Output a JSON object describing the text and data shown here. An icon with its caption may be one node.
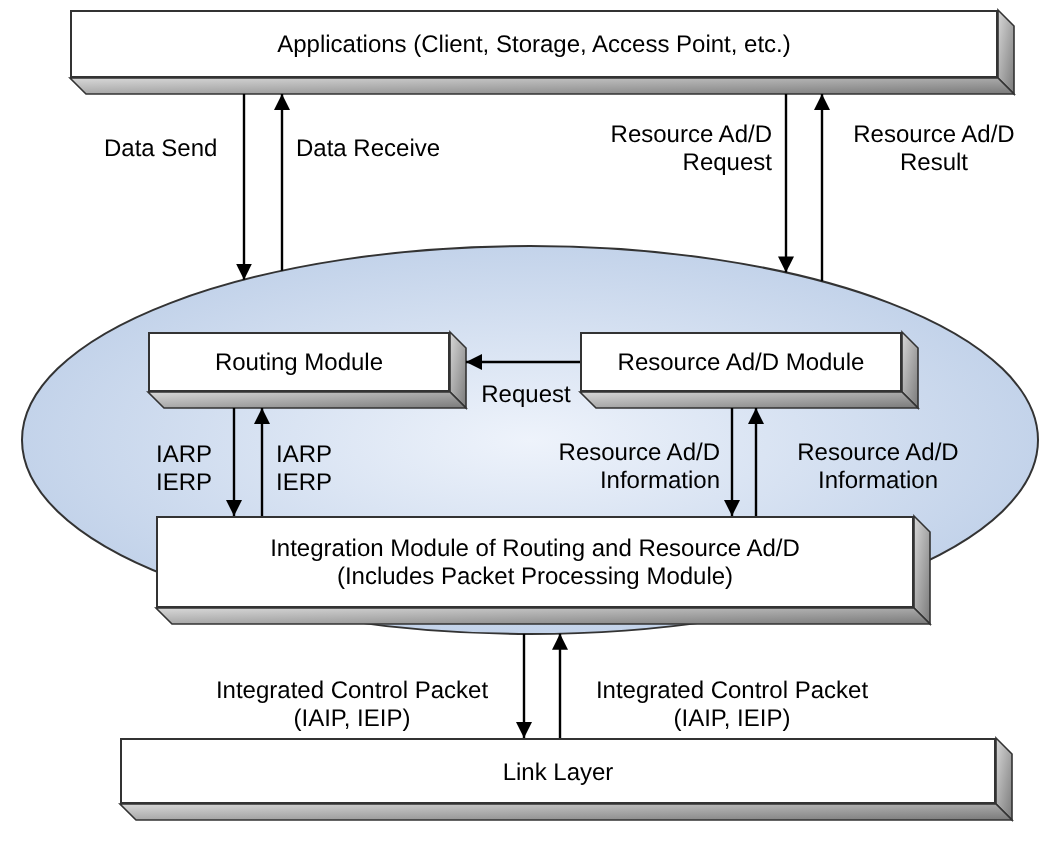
{
  "diagram": {
    "nodes": [
      {
        "text": [
          "Applications (Client, Storage, Access Point, etc.)"
        ]
      },
      {
        "text": [],
        "shape": "ellipse"
      },
      {
        "text": [
          "Routing Module"
        ],
        "in": 1
      },
      {
        "text": [
          "Resource Ad/D Module"
        ],
        "in": 1
      },
      {
        "text": [
          "Integration Module of Routing and Resource Ad/D (Includes Packet Processing Module)"
        ],
        "in": 1
      },
      {
        "text": [
          "Link Layer"
        ]
      }
    ],
    "edges": [
      {
        "from": 0,
        "to": 1,
        "arrow": "to",
        "label": "Data Send"
      },
      {
        "from": 1,
        "to": 0,
        "arrow": "to",
        "label": "Data Receive"
      },
      {
        "from": 0,
        "to": 1,
        "arrow": "to",
        "label": "Resource Ad/D Request"
      },
      {
        "from": 1,
        "to": 0,
        "arrow": "to",
        "label": "Resource Ad/D Result"
      },
      {
        "from": 3,
        "to": 2,
        "arrow": "to",
        "label": "Request"
      },
      {
        "from": 2,
        "to": 4,
        "arrow": "to",
        "label": "IARP IERP"
      },
      {
        "from": 4,
        "to": 2,
        "arrow": "to",
        "label": "IARP IERP"
      },
      {
        "from": 3,
        "to": 4,
        "arrow": "to",
        "label": "Resource Ad/D Information"
      },
      {
        "from": 4,
        "to": 3,
        "arrow": "to",
        "label": "Resource Ad/D Information"
      },
      {
        "from": 1,
        "to": 5,
        "arrow": "to",
        "label": "Integrated Control Packet (IAIP, IEIP)"
      },
      {
        "from": 5,
        "to": 1,
        "arrow": "to",
        "label": "Integrated Control Packet (IAIP, IEIP)"
      }
    ]
  }
}
